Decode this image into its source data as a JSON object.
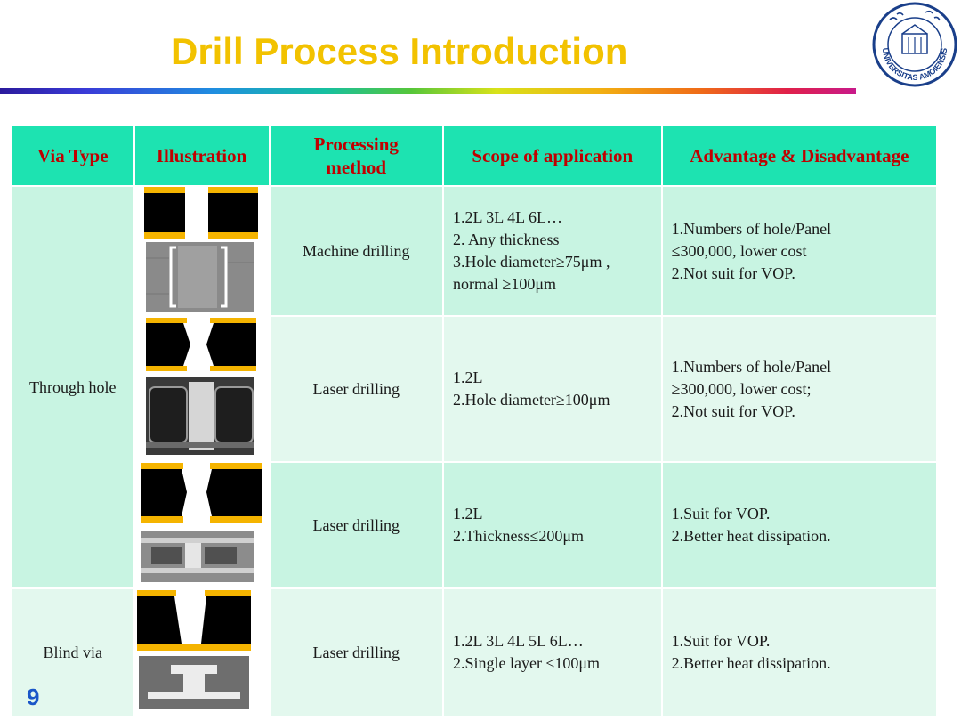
{
  "page": {
    "title": "Drill Process Introduction",
    "page_number": "9"
  },
  "table": {
    "headers": [
      "Via Type",
      "Illustration",
      "Processing method",
      "Scope of application",
      "Advantage  & Disadvantage"
    ],
    "header_method_lines": [
      "Processing",
      "method"
    ],
    "via_types": [
      "Through hole",
      "Blind via"
    ],
    "rows": [
      {
        "method": "Machine drilling",
        "scope": [
          "1.2L 3L 4L 6L…",
          "2. Any thickness",
          "3.Hole diameter≥75μm ,",
          "normal ≥100μm"
        ],
        "adv": [
          "1.Numbers of hole/Panel",
          "≤300,000, lower cost",
          "2.Not suit for VOP."
        ]
      },
      {
        "method": "Laser drilling",
        "scope": [
          "1.2L",
          "2.Hole diameter≥100μm"
        ],
        "adv": [
          "1.Numbers of hole/Panel",
          "≥300,000, lower cost;",
          "2.Not suit for VOP."
        ]
      },
      {
        "method": "Laser drilling",
        "scope": [
          "1.2L",
          "2.Thickness≤200μm"
        ],
        "adv": [
          "1.Suit for VOP.",
          "2.Better heat dissipation."
        ]
      },
      {
        "method": "Laser drilling",
        "scope": [
          "1.2L 3L 4L 5L 6L…",
          "2.Single layer ≤100μm"
        ],
        "adv": [
          "1.Suit for VOP.",
          "2.Better heat dissipation."
        ]
      }
    ]
  },
  "logo": {
    "text": "UNIVERSITAS AMOIENSIS",
    "color": "#1a3f8a"
  },
  "colors": {
    "title": "#f2c200",
    "header_bg": "#1de3b1",
    "header_text": "#c00000",
    "row_a": "#c8f4e2",
    "row_b": "#e3f8ee",
    "page_number": "#1a56c8",
    "copper": "#f5b400"
  }
}
